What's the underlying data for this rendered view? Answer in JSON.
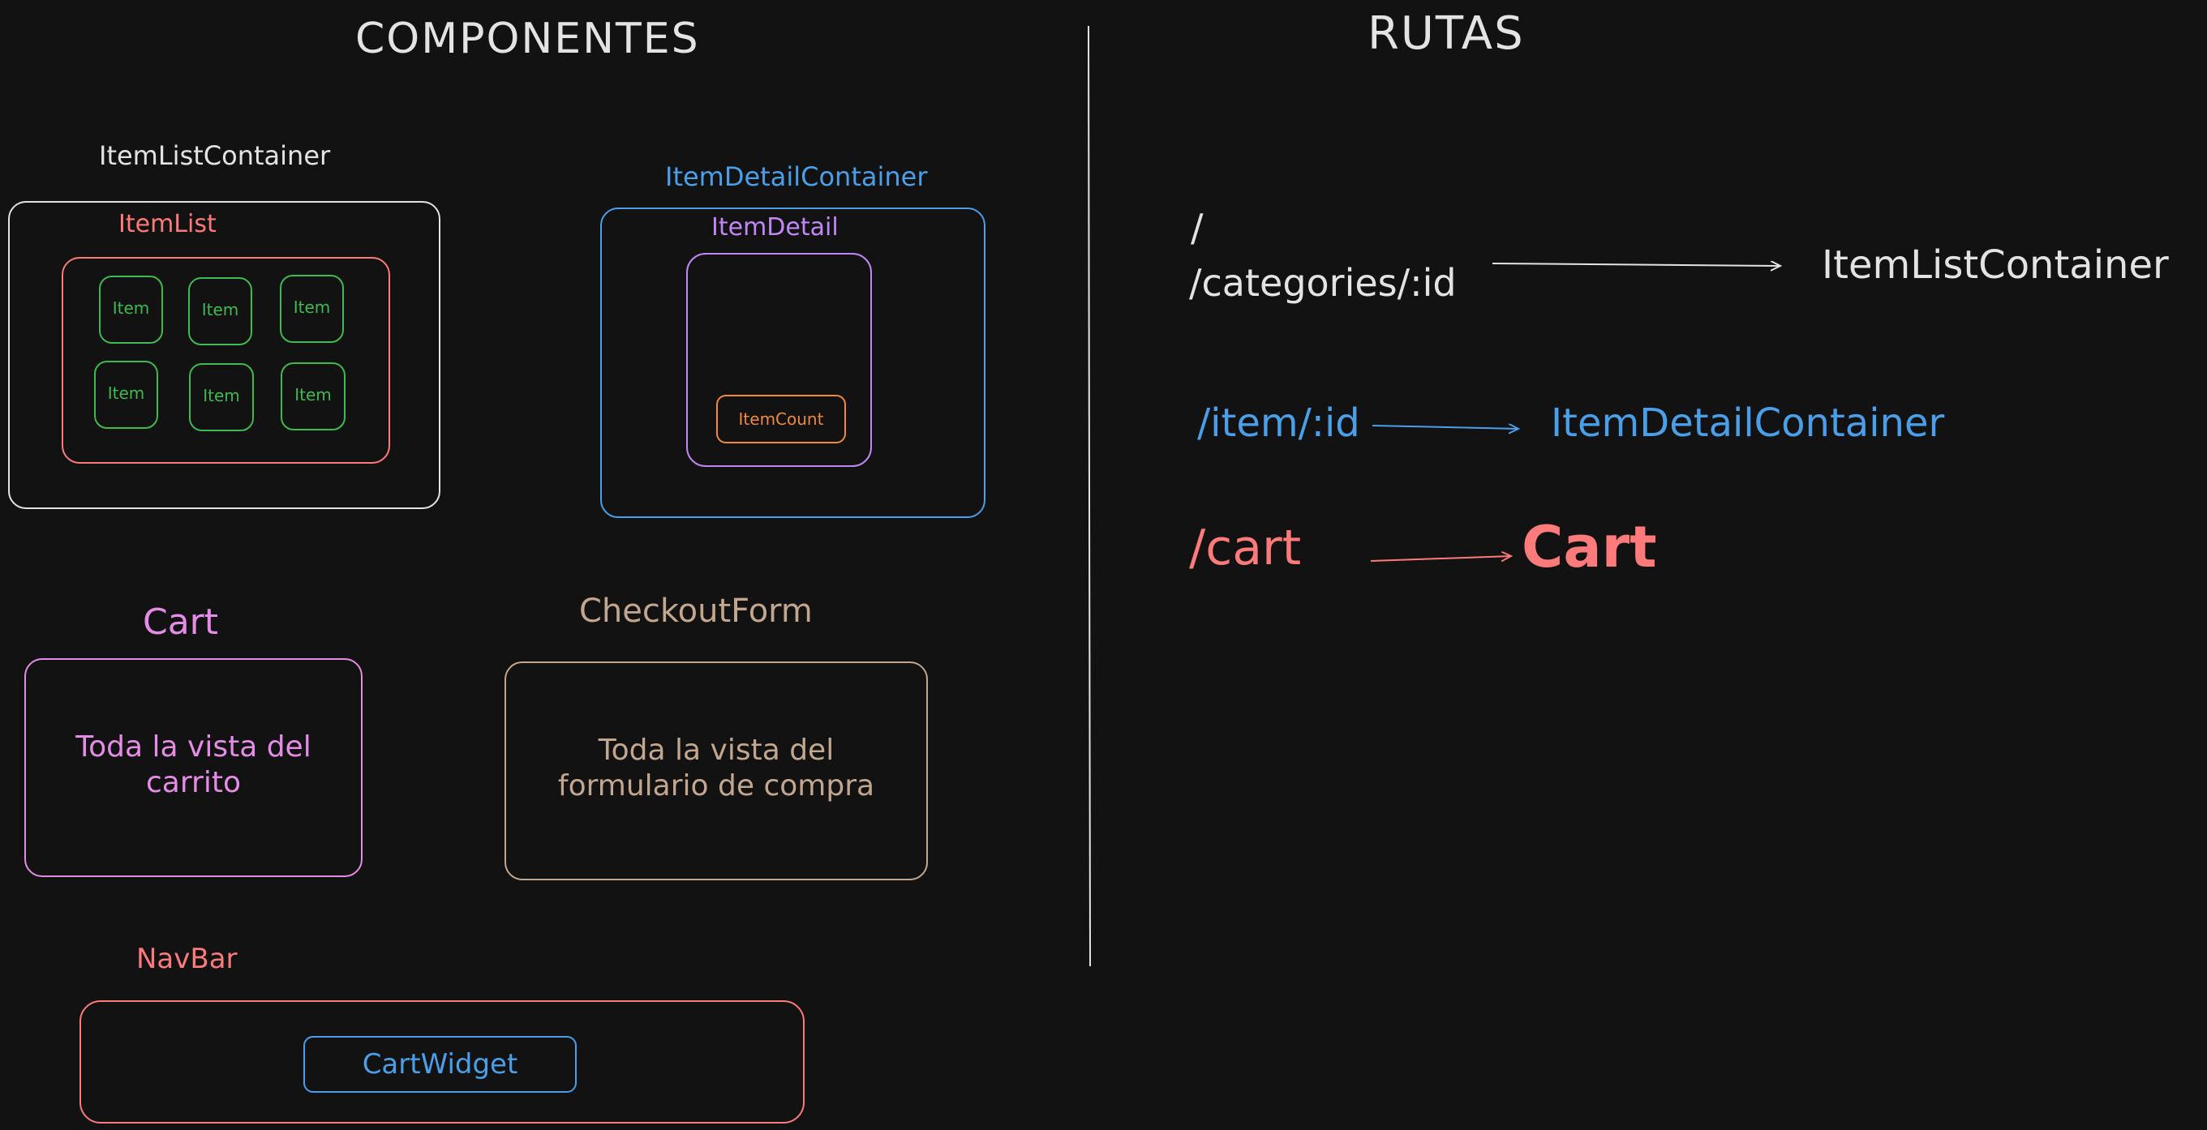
{
  "headings": {
    "components": "COMPONENTES",
    "routes": "RUTAS"
  },
  "colors": {
    "background": "#121212",
    "white": "#e3e3e3",
    "red": "#ff7a7a",
    "green": "#3fb950",
    "blue": "#4a9fe8",
    "purple": "#c087f7",
    "orange": "#f0883e",
    "pink": "#e58ce6",
    "tan": "#c2a68e"
  },
  "components": {
    "item_list_container": {
      "label": "ItemListContainer",
      "item_list": {
        "label": "ItemList",
        "items": [
          "Item",
          "Item",
          "Item",
          "Item",
          "Item",
          "Item"
        ]
      }
    },
    "item_detail_container": {
      "label": "ItemDetailContainer",
      "item_detail": {
        "label": "ItemDetail",
        "item_count": "ItemCount"
      }
    },
    "cart": {
      "label": "Cart",
      "body_line1": "Toda la vista del",
      "body_line2": "carrito"
    },
    "checkout_form": {
      "label": "CheckoutForm",
      "body_line1": "Toda la vista del",
      "body_line2": "formulario de compra"
    },
    "navbar": {
      "label": "NavBar",
      "cart_widget": "CartWidget"
    }
  },
  "routes": [
    {
      "paths": [
        "/",
        "/categories/:id"
      ],
      "component": "ItemListContainer"
    },
    {
      "paths": [
        "/item/:id"
      ],
      "component": "ItemDetailContainer"
    },
    {
      "paths": [
        "/cart"
      ],
      "component": "Cart"
    }
  ]
}
